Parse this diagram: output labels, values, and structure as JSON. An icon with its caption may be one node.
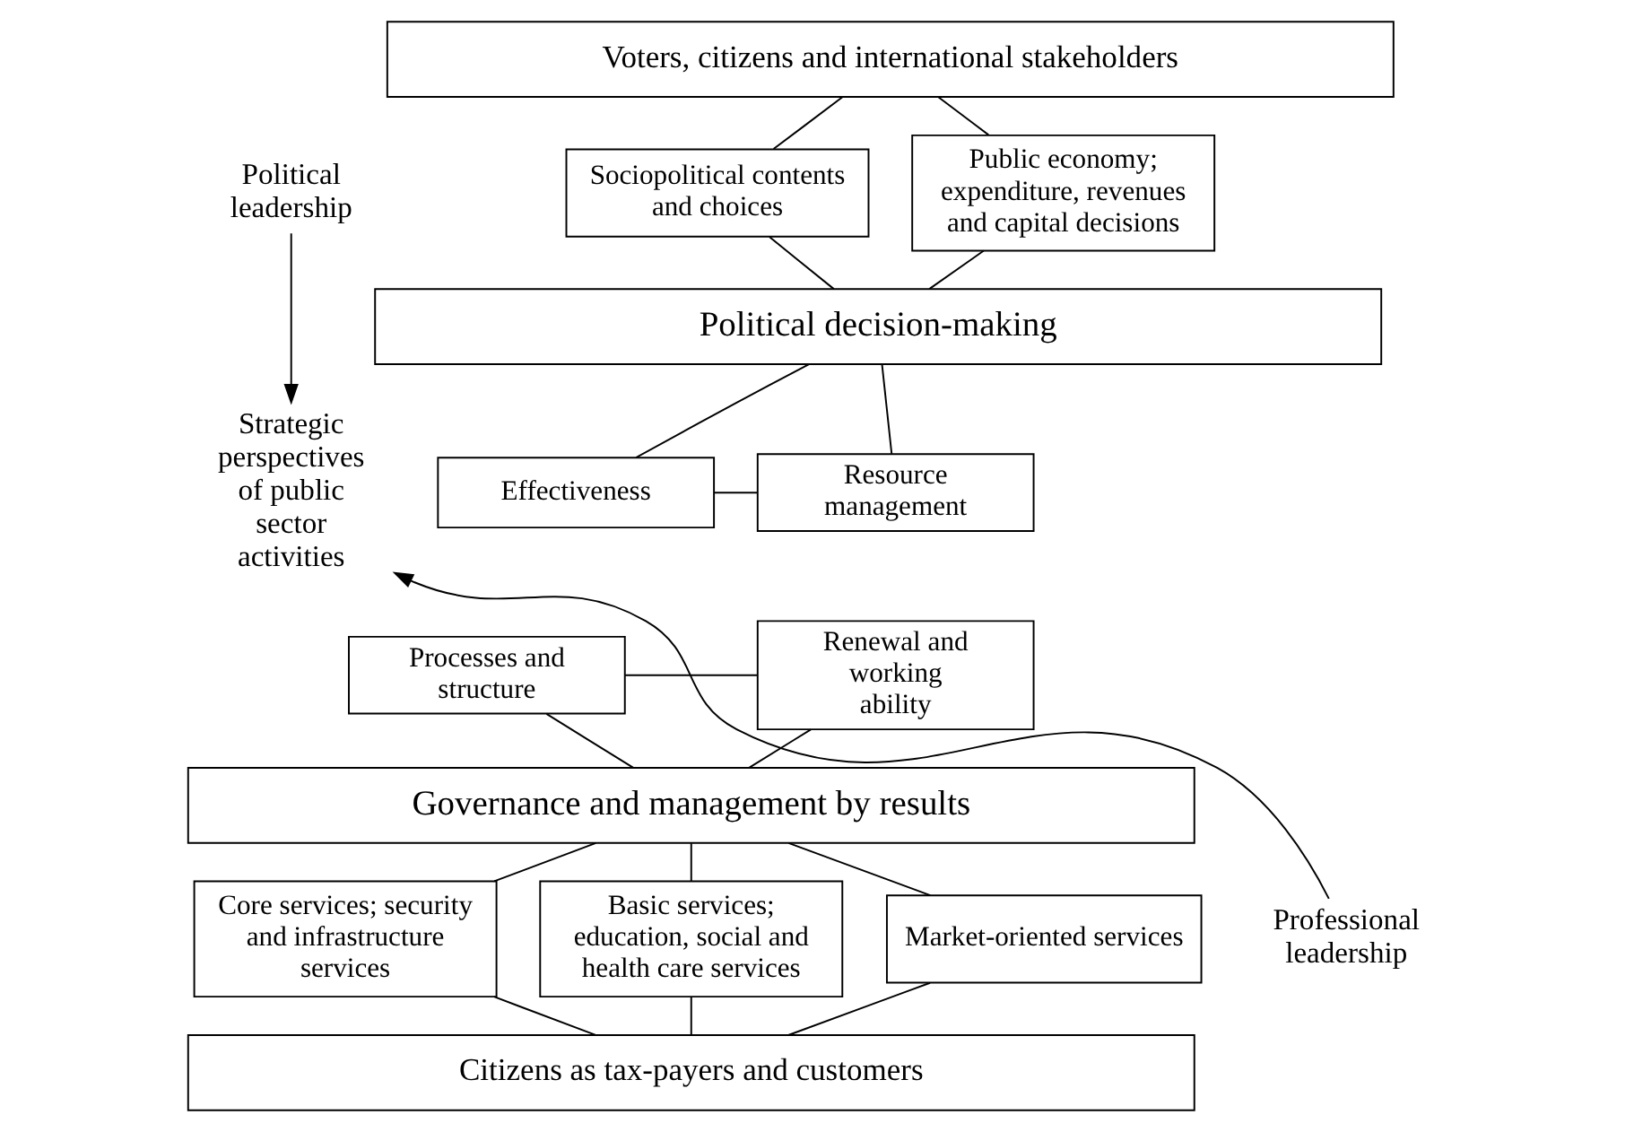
{
  "diagram": {
    "nodes": [
      {
        "text": [
          "Political leadership"
        ]
      },
      {
        "text": [
          "Voters, citizens and international stakeholders"
        ]
      },
      {
        "text": [
          "Sociopolitical contents and choices"
        ]
      },
      {
        "text": [
          "Public economy; expenditure, revenues and capital decisions"
        ]
      },
      {
        "text": [
          "Political decision-making"
        ]
      },
      {
        "text": [
          "Strategic perspectives of public sector activities"
        ]
      },
      {
        "text": [
          "Effectiveness"
        ]
      },
      {
        "text": [
          "Resource management"
        ]
      },
      {
        "text": [
          "Processes and structure"
        ]
      },
      {
        "text": [
          "Renewal and working ability"
        ]
      },
      {
        "text": [
          "Professional leadership"
        ]
      },
      {
        "text": [
          "Governance and management by results"
        ]
      },
      {
        "text": [
          "Core services; security and infrastructure services"
        ]
      },
      {
        "text": [
          "Basic services; education, social and health care services"
        ]
      },
      {
        "text": [
          "Market-oriented services"
        ]
      },
      {
        "text": [
          "Citizens as tax-payers and customers"
        ]
      }
    ],
    "edges": [
      {
        "from": 0,
        "to": 5,
        "arrow": "to"
      },
      {
        "from": 10,
        "to": 5,
        "arrow": "to"
      },
      {
        "from": 1,
        "to": 2,
        "arrow": "none"
      },
      {
        "from": 1,
        "to": 3,
        "arrow": "none"
      },
      {
        "from": 2,
        "to": 4,
        "arrow": "none"
      },
      {
        "from": 3,
        "to": 4,
        "arrow": "none"
      },
      {
        "from": 4,
        "to": 6,
        "arrow": "none"
      },
      {
        "from": 4,
        "to": 7,
        "arrow": "none"
      },
      {
        "from": 6,
        "to": 7,
        "arrow": "none"
      },
      {
        "from": 8,
        "to": 9,
        "arrow": "none"
      },
      {
        "from": 8,
        "to": 11,
        "arrow": "none"
      },
      {
        "from": 9,
        "to": 11,
        "arrow": "none"
      },
      {
        "from": 11,
        "to": 12,
        "arrow": "none"
      },
      {
        "from": 11,
        "to": 13,
        "arrow": "none"
      },
      {
        "from": 11,
        "to": 14,
        "arrow": "none"
      },
      {
        "from": 12,
        "to": 15,
        "arrow": "none"
      },
      {
        "from": 13,
        "to": 15,
        "arrow": "none"
      },
      {
        "from": 14,
        "to": 15,
        "arrow": "none"
      }
    ]
  }
}
